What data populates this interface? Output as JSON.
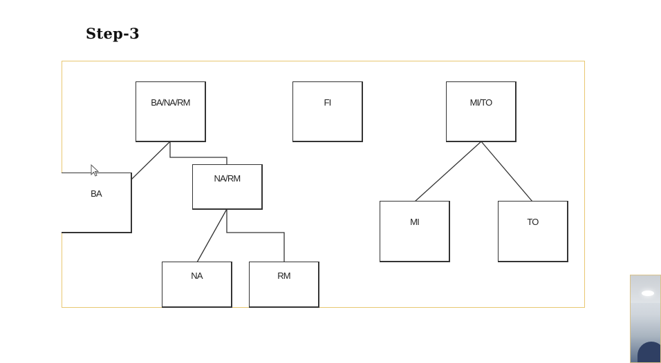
{
  "slide": {
    "title": "Step-3"
  },
  "diagram": {
    "nodes": {
      "ba_na_rm": "BA/NA/RM",
      "fi": "FI",
      "mi_to": "MI/TO",
      "ba": "BA",
      "na_rm": "NA/RM",
      "na": "NA",
      "rm": "RM",
      "mi": "MI",
      "to": "TO"
    },
    "edges": [
      [
        "BA/NA/RM",
        "BA"
      ],
      [
        "BA/NA/RM",
        "NA/RM"
      ],
      [
        "NA/RM",
        "NA"
      ],
      [
        "NA/RM",
        "RM"
      ],
      [
        "MI/TO",
        "MI"
      ],
      [
        "MI/TO",
        "TO"
      ]
    ],
    "colors": {
      "frame_border": "#e8c770",
      "node_border": "#333333",
      "line": "#333333"
    }
  },
  "overlay": {
    "video_thumbnail_icon": "webcam-feed",
    "cursor_icon": "mouse-pointer-icon"
  }
}
